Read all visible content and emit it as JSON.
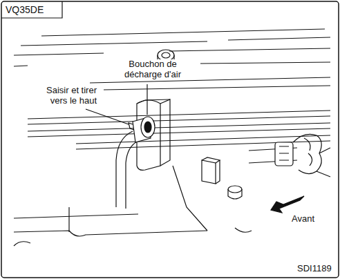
{
  "diagram": {
    "title": "VQ35DE",
    "labels": [
      "Bouchon de décharge d'air",
      "Saisir et tirer vers le haut",
      "Avant",
      "SDI1189"
    ]
  }
}
